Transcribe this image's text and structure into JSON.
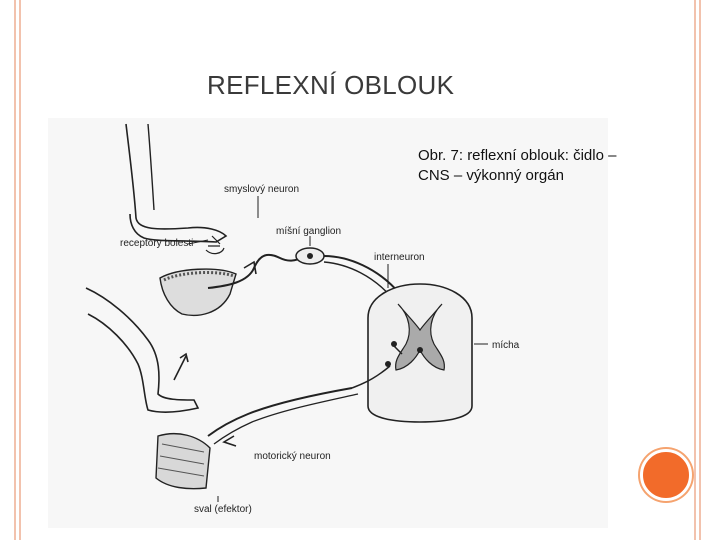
{
  "slide": {
    "title": "REFLEXNÍ OBLOUK",
    "caption": "Obr. 7: reflexní oblouk: čidlo – CNS – výkonný orgán"
  },
  "figure": {
    "labels": {
      "sensory_neuron": "smyslový neuron",
      "pain_receptors": "receptory bolesti",
      "spinal_ganglion": "míšní ganglion",
      "interneuron": "interneuron",
      "spinal_cord": "mícha",
      "motor_neuron": "motorický neuron",
      "muscle": "sval (efektor)"
    }
  },
  "colors": {
    "frame": "#f2c2ad",
    "accent_circle": "#f26b2a",
    "ink": "#222222"
  }
}
